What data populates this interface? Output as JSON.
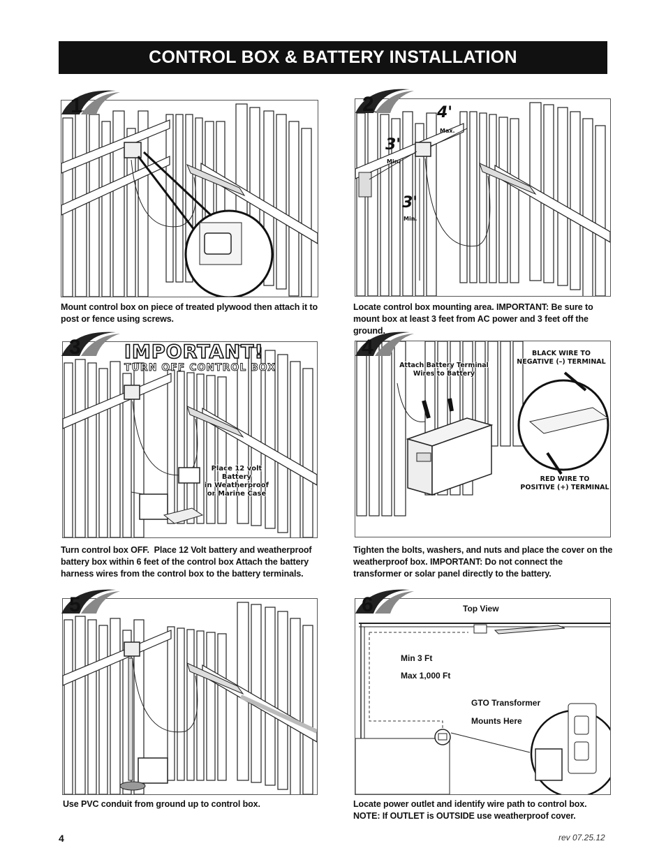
{
  "banner": {
    "title": "CONTROL BOX & BATTERY INSTALLATION"
  },
  "steps": [
    {
      "number": "1",
      "caption": "Mount control box on piece of treated plywood then attach it to post or fence using screws."
    },
    {
      "number": "2",
      "caption": "Locate control box mounting area. IMPORTANT: Be sure to mount box at least 3 feet from AC power and 3 feet off the ground.",
      "labels": {
        "four": "4'",
        "max": "Max.",
        "three_top": "3'",
        "min_top": "Min.",
        "three_bottom": "3'",
        "min_bottom": "Min."
      }
    },
    {
      "number": "3",
      "caption_bold": "Turn control box OFF.",
      "caption": "Place 12 Volt battery and weatherproof battery box within 6 feet of the control box  Attach the battery harness wires from the control box to the battery terminals.",
      "important_title": "IMPORTANT!",
      "important_sub": "TURN OFF CONTROL BOX",
      "battery_label_1": "Place 12 volt Battery",
      "battery_label_2": "in Weatherproof",
      "battery_label_3": "or Marine Case"
    },
    {
      "number": "4",
      "caption": "Tighten the bolts, washers, and nuts and place the cover on the weatherproof box. IMPORTANT: Do not connect the transformer or solar panel directly to the battery.",
      "attach_1": "Attach Battery Terminal",
      "attach_2": "Wires to Battery",
      "black_1": "BLACK WIRE TO",
      "black_2": "NEGATIVE (–) TERMINAL",
      "red_1": "RED WIRE TO",
      "red_2": "POSITIVE (+) TERMINAL"
    },
    {
      "number": "5",
      "caption": "Use PVC conduit from ground up to control box."
    },
    {
      "number": "6",
      "caption_1": "Locate power outlet and identify wire path to control box.",
      "caption_2": "NOTE: If OUTLET is OUTSIDE use weatherproof cover.",
      "top_view": "Top View",
      "min": "Min 3 Ft",
      "max": "Max 1,000 Ft",
      "gto_1": "GTO Transformer",
      "gto_2": "Mounts Here"
    }
  ],
  "footer": {
    "page": "4",
    "rev": "rev 07.25.12"
  }
}
